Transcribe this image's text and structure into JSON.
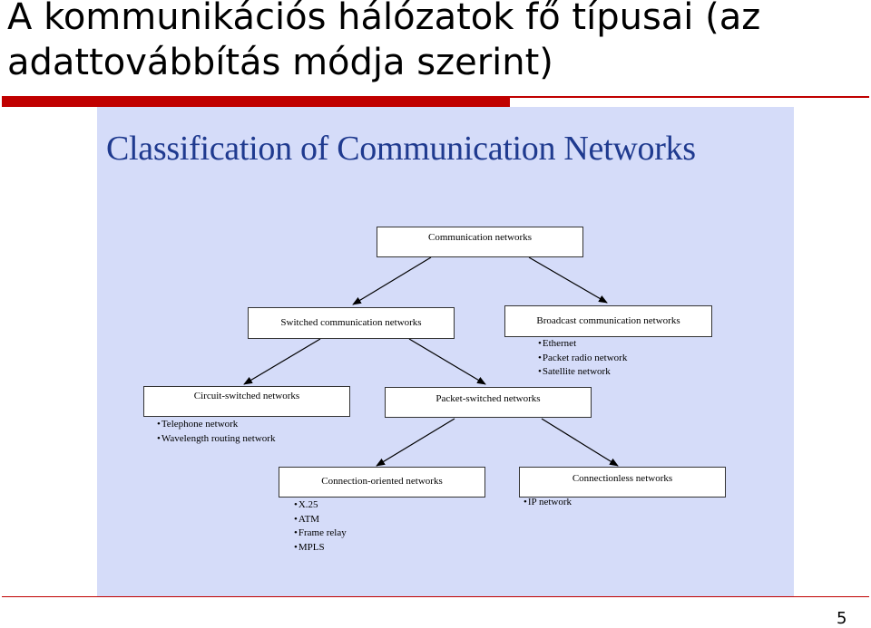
{
  "slide": {
    "title": "A kommunikációs hálózatok fő típusai (az adattovábbítás módja szerint)",
    "page_number": "5",
    "colors": {
      "accent": "#c00000",
      "panel_bg": "#d5dcf9",
      "diagram_title": "#1f3a8f"
    }
  },
  "diagram": {
    "title": "Classification of Communication Networks",
    "nodes": {
      "root": "Communication networks",
      "switched": "Switched communication networks",
      "broadcast": "Broadcast communication networks",
      "circuit": "Circuit-switched networks",
      "packet": "Packet-switched networks",
      "connection_oriented": "Connection-oriented networks",
      "connectionless": "Connectionless networks"
    },
    "examples": {
      "broadcast": [
        "Ethernet",
        "Packet radio network",
        "Satellite network"
      ],
      "circuit": [
        "Telephone network",
        "Wavelength routing network"
      ],
      "connection_oriented": [
        "X.25",
        "ATM",
        "Frame relay",
        "MPLS"
      ],
      "connectionless": [
        "IP network"
      ]
    }
  }
}
